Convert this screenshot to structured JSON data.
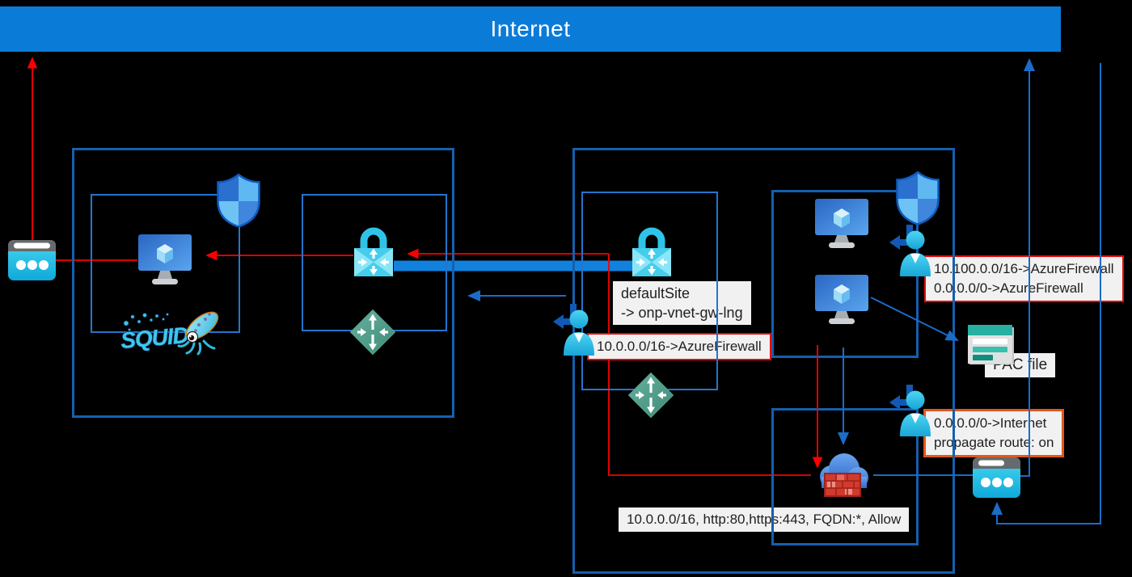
{
  "banner": {
    "label": "Internet"
  },
  "onprem": {
    "squid_text": "SQUID"
  },
  "labels": {
    "default_site": {
      "line1": "defaultSite",
      "line2": "-> onp-vnet-gw-lng"
    },
    "gw_subnet_route": {
      "text": "10.0.0.0/16->AzureFirewall"
    },
    "vm_subnet_routes": {
      "line1": "10.100.0.0/16->AzureFirewall",
      "line2": "0.0.0.0/0->AzureFirewall"
    },
    "pac_file": {
      "text": "PAC file"
    },
    "fw_subnet_route": {
      "line1": "0.0.0.0/0->Internet",
      "line2": "propagate route: on"
    },
    "firewall_rule": {
      "text": "10.0.0.0/16, http:80,https:443, FQDN:*, Allow"
    }
  },
  "colors": {
    "banner_bg": "#0b7bd8",
    "outer_box_border": "#1560ae",
    "inner_box_border": "#2475cd",
    "red_line": "#fb0000",
    "red_label_border": "#e30b0b",
    "orange_label_border": "#e2571b",
    "blue_line": "#1b6cc8",
    "vpn_tunnel": "#1181dc",
    "label_bg": "#f1f1f1",
    "teal_icon": "#27b0a1",
    "cyan_icon": "#2fc3e9",
    "gateway_diamond_green": "#4f9e8e"
  }
}
